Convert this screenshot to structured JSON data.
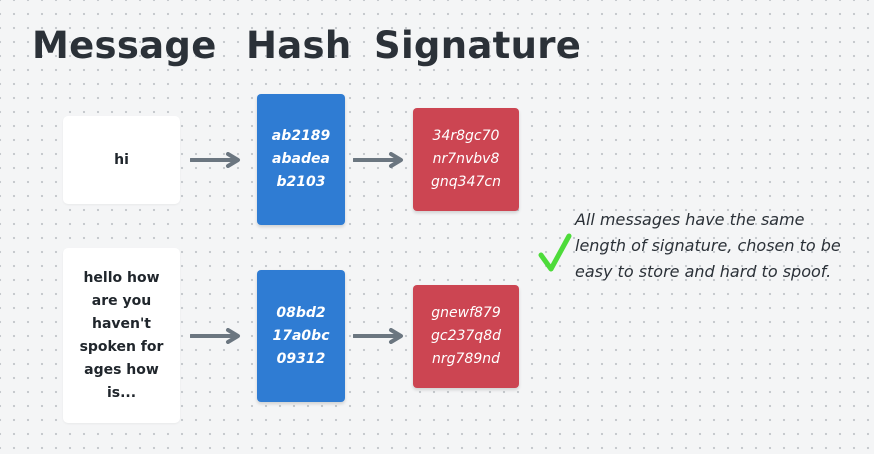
{
  "headers": {
    "message": "Message",
    "hash": "Hash",
    "signature": "Signature"
  },
  "rows": [
    {
      "message": "hi",
      "hash": "ab2189\nabadea\nb2103",
      "signature": "34r8gc70\nnr7nvbv8\ngnq347cn"
    },
    {
      "message": "hello how\nare you\nhaven't\nspoken for\nages how\nis...",
      "hash": "08bd2\n17a0bc\n09312",
      "signature": "gnewf879\ngc237q8d\nnrg789nd"
    }
  ],
  "note": "All messages have the same length of signature, chosen to be easy to store and hard to spoof.",
  "icons": {
    "arrow": "arrow-right-icon",
    "check": "checkmark-icon"
  },
  "colors": {
    "hash": "#2f7cd3",
    "signature": "#cc4552",
    "message": "#ffffff",
    "check": "#4ddb3a",
    "arrow": "#6b7680",
    "title": "#2b3138"
  }
}
